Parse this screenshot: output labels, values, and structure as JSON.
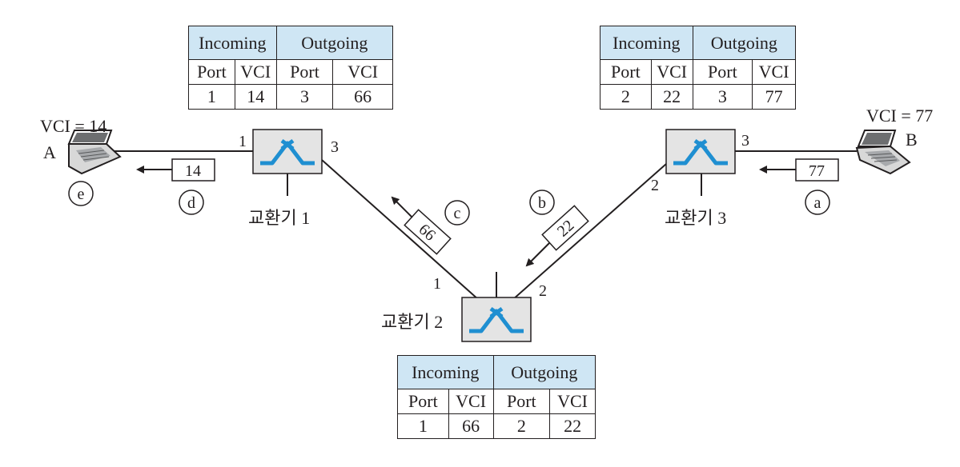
{
  "tables": [
    {
      "incoming_label": "Incoming",
      "outgoing_label": "Outgoing",
      "port_label": "Port",
      "vci_label": "VCI",
      "in_port": "1",
      "in_vci": "14",
      "out_port": "3",
      "out_vci": "66"
    },
    {
      "incoming_label": "Incoming",
      "outgoing_label": "Outgoing",
      "port_label": "Port",
      "vci_label": "VCI",
      "in_port": "1",
      "in_vci": "66",
      "out_port": "2",
      "out_vci": "22"
    },
    {
      "incoming_label": "Incoming",
      "outgoing_label": "Outgoing",
      "port_label": "Port",
      "vci_label": "VCI",
      "in_port": "2",
      "in_vci": "22",
      "out_port": "3",
      "out_vci": "77"
    }
  ],
  "switches": [
    {
      "label": "교환기 1",
      "ports": [
        "1",
        "3"
      ]
    },
    {
      "label": "교환기 2",
      "ports": [
        "1",
        "2"
      ]
    },
    {
      "label": "교환기 3",
      "ports": [
        "2",
        "3"
      ]
    }
  ],
  "hosts": [
    {
      "label": "A",
      "vci_label": "VCI = 14"
    },
    {
      "label": "B",
      "vci_label": "VCI = 77"
    }
  ],
  "packets": [
    "77",
    "22",
    "66",
    "14"
  ],
  "steps": [
    "a",
    "b",
    "c",
    "d",
    "e"
  ],
  "colors": {
    "switch_fill": "#e4e4e4",
    "switch_symbol": "#1f8fd1",
    "table_header": "#cfe6f4",
    "line": "#231f20"
  }
}
